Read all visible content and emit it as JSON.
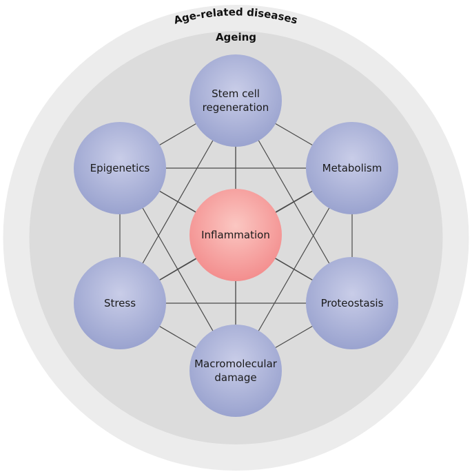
{
  "outer_label": "Age-related diseases",
  "inner_label": "Ageing",
  "nodes": [
    {
      "id": "stem",
      "lines": [
        "Stem cell",
        "regeneration"
      ],
      "kind": "peripheral"
    },
    {
      "id": "metab",
      "lines": [
        "Metabolism"
      ],
      "kind": "peripheral"
    },
    {
      "id": "proteo",
      "lines": [
        "Proteostasis"
      ],
      "kind": "peripheral"
    },
    {
      "id": "macro",
      "lines": [
        "Macromolecular",
        "damage"
      ],
      "kind": "peripheral"
    },
    {
      "id": "stress",
      "lines": [
        "Stress"
      ],
      "kind": "peripheral"
    },
    {
      "id": "epi",
      "lines": [
        "Epigenetics"
      ],
      "kind": "peripheral"
    },
    {
      "id": "inflam",
      "lines": [
        "Inflammation"
      ],
      "kind": "central"
    }
  ],
  "colors": {
    "outer_ring": "#ececec",
    "inner_disc": "#dcdcdc",
    "peripheral_node": "#9aa3cf",
    "peripheral_node_light": "#c9cde8",
    "central_node": "#f38e8e",
    "central_node_light": "#fbc7c2"
  }
}
